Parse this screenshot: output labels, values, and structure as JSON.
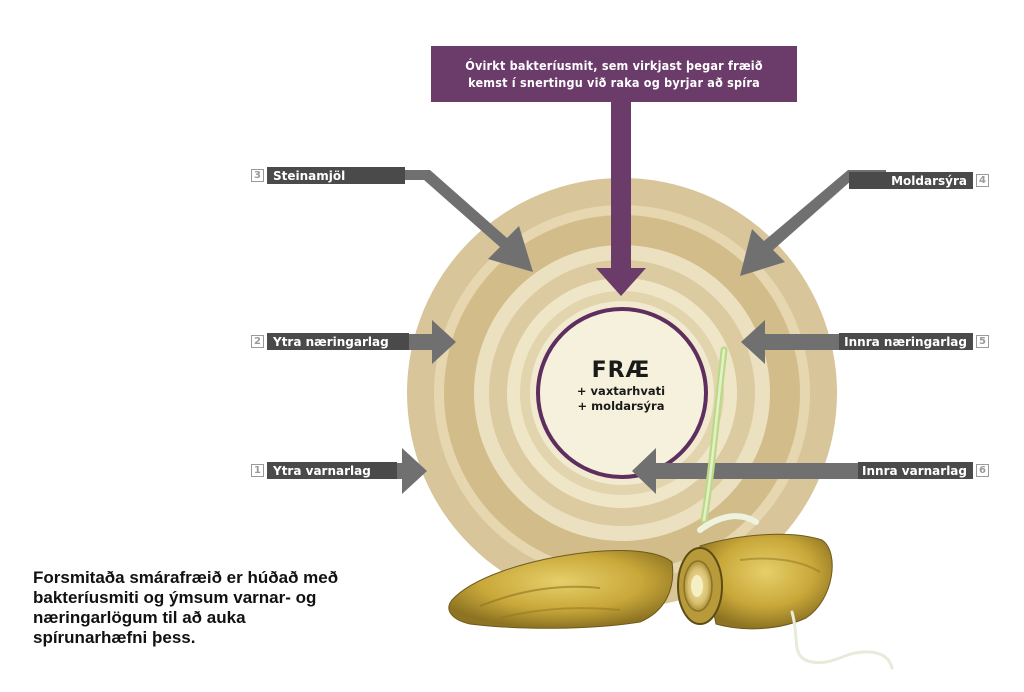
{
  "banner": {
    "line1": "Óvirkt bakteríusmit, sem virkjast þegar fræið",
    "line2": "kemst í snertingu við raka og byrjar að spíra"
  },
  "layers": [
    {
      "num": "3",
      "label": "Steinamjöl"
    },
    {
      "num": "2",
      "label": "Ytra næringarlag"
    },
    {
      "num": "1",
      "label": "Ytra varnarlag"
    },
    {
      "num": "4",
      "label": "Moldarsýra"
    },
    {
      "num": "5",
      "label": "Innra næringarlag"
    },
    {
      "num": "6",
      "label": "Innra varnarlag"
    }
  ],
  "center": {
    "title": "FRÆ",
    "line1": "+ vaxtarhvati",
    "line2": "+ moldarsýra"
  },
  "caption": "Forsmitaða smárafræið er húðað með bakteríusmiti og ýmsum varnar- og næringarlögum til að auka spírunarhæfni þess.",
  "colors": {
    "banner": "#6b3b6a",
    "arrow": "#707070",
    "label_bg": "#4a4a4a",
    "ring_outer": "#d8c59a",
    "ring_light": "#ebe0c0",
    "seed_border": "#5e2f5e",
    "seed_fill": "#f6f1dc",
    "seed_pod": "#c9a83a"
  }
}
